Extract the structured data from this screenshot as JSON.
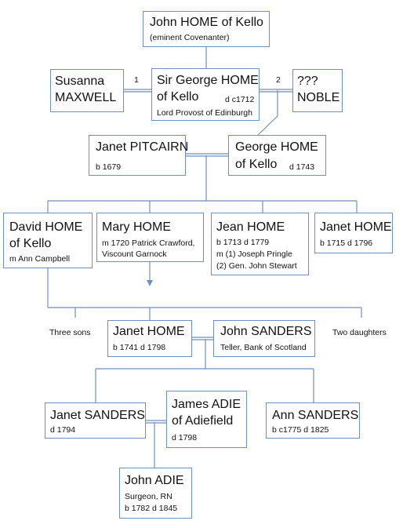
{
  "people": {
    "john_home": {
      "name": "John HOME of Kello",
      "note": "(eminent Covenanter)"
    },
    "susanna": {
      "line1": "Susanna",
      "line2": "MAXWELL"
    },
    "sir_george": {
      "line1": "Sir George HOME",
      "line2": "of Kello",
      "dates": "d c1712",
      "note": "Lord Provost of Edinburgh"
    },
    "noble": {
      "line1": "???",
      "line2": "NOBLE"
    },
    "janet_pitcairn": {
      "name": "Janet PITCAIRN",
      "dates": "b 1679"
    },
    "george_home": {
      "line1": "George HOME",
      "line2": "of Kello",
      "dates": "d 1743"
    },
    "david_home": {
      "line1": "David HOME",
      "line2": "of Kello",
      "note": "m Ann Campbell"
    },
    "mary_home": {
      "name": "Mary HOME",
      "note1": "m 1720 Patrick Crawford,",
      "note2": "Viscount Garnock"
    },
    "jean_home": {
      "name": "Jean HOME",
      "dates": "b 1713  d 1779",
      "note1": "m (1) Joseph Pringle",
      "note2": "(2) Gen. John Stewart"
    },
    "janet_home_1": {
      "name": "Janet HOME",
      "dates": "b 1715  d 1796"
    },
    "janet_home_2": {
      "name": "Janet HOME",
      "dates": "b 1741  d 1798"
    },
    "john_sanders": {
      "name": "John SANDERS",
      "note": "Teller, Bank of Scotland"
    },
    "janet_sanders": {
      "name": "Janet SANDERS",
      "dates": "d 1794"
    },
    "james_adie": {
      "line1": "James ADIE",
      "line2": "of Adiefield",
      "dates": "d 1798"
    },
    "ann_sanders": {
      "name": "Ann SANDERS",
      "dates": "b c1775  d 1825"
    },
    "john_adie": {
      "name": "John ADIE",
      "note": "Surgeon, RN",
      "dates": "b 1782  d 1845"
    }
  },
  "labels": {
    "marriage_1": "1",
    "marriage_2": "2",
    "three_sons": "Three sons",
    "two_daughters": "Two daughters"
  },
  "colors": {
    "line": "#6f8fbf",
    "border": "#6f8fbf",
    "text": "#111111"
  }
}
